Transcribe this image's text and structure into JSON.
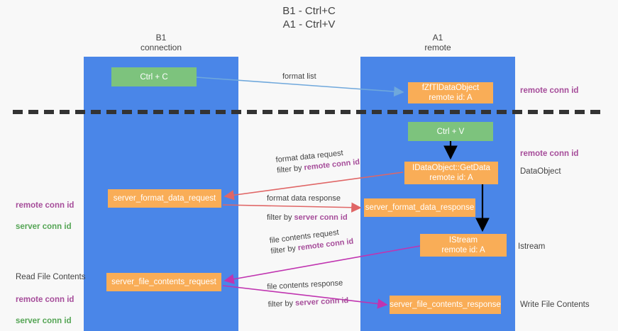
{
  "title": "B1 - Ctrl+C\nA1 - Ctrl+V",
  "lanes": {
    "left": {
      "title": "B1\nconnection",
      "color": "#4a86e8"
    },
    "right": {
      "title": "A1\nremote",
      "color": "#4a86e8"
    }
  },
  "colors": {
    "lane": "#4a86e8",
    "green_node": "#7dc37d",
    "orange_node": "#f9ad57",
    "purple_text": "#a64d9a",
    "green_text": "#55a555",
    "dark_text": "#434343",
    "arrow_blue": "#6fa8dc",
    "arrow_red": "#e06666",
    "arrow_magenta": "#c034b0",
    "arrow_black": "#000000",
    "divider": "#333333"
  },
  "nodes": {
    "ctrl_c": "Ctrl + C",
    "dataobject_top": "fZfTlDataObject\nremote id: A",
    "ctrl_v": "Ctrl + V",
    "getdata": "IDataObject::GetData\nremote id: A",
    "format_data_request": "server_format_data_request",
    "format_data_response": "server_format_data_response",
    "istream": "IStream\nremote id: A",
    "file_contents_request": "server_file_contents_request",
    "file_contents_response": "server_file_contents_response"
  },
  "edge_labels": {
    "format_list": "format list",
    "format_data_request_line1": "format data request",
    "format_data_request_line2_prefix": "filter by ",
    "format_data_request_line2_hl": "remote conn id",
    "format_data_response_line1": "format data response",
    "format_data_response_line2_prefix": "filter by ",
    "format_data_response_line2_hl": "server conn id",
    "file_contents_request_line1": "file contents request",
    "file_contents_request_line2_prefix": "filter by ",
    "file_contents_request_line2_hl": "remote conn id",
    "file_contents_response_line1": "file contents response",
    "file_contents_response_line2_prefix": "filter by ",
    "file_contents_response_line2_hl": "server conn id"
  },
  "annotations": {
    "right_remote_conn_id_top": "remote conn id",
    "right_remote_conn_id_mid": "remote conn id",
    "right_dataobject": "DataObject",
    "right_istream": "Istream",
    "right_write_file_contents": "Write File Contents",
    "left_remote_conn_id": "remote conn id",
    "left_server_conn_id": "server conn id",
    "left_read_file_contents": "Read File Contents",
    "left_remote_conn_id_2": "remote conn id",
    "left_server_conn_id_2": "server conn id"
  }
}
